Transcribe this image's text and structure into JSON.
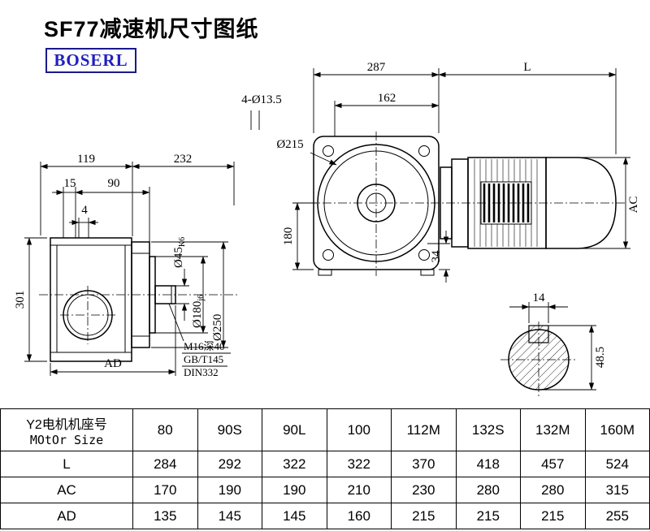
{
  "title": "SF77减速机尺寸图纸",
  "logo": "BOSERL",
  "dims": {
    "d119": "119",
    "d232": "232",
    "d15": "15",
    "d90": "90",
    "d4": "4",
    "d301": "301",
    "ad": "AD",
    "shaft_dia": "Ø45",
    "shaft_tol": "K6",
    "spigot_dia": "Ø180",
    "spigot_tol": "j6",
    "flange_dia": "Ø250",
    "tap_note": "M16深40",
    "std1": "GB/T145",
    "std2": "DIN332",
    "d287": "287",
    "d162": "162",
    "dL": "L",
    "holes": "4-Ø13.5",
    "d215": "Ø215",
    "d180": "180",
    "d34": "34",
    "ac": "AC",
    "key_width": "14",
    "key_height": "48.5"
  },
  "table": {
    "header": {
      "label_line1": "Y2电机机座号",
      "label_line2": "MOtOr Size",
      "sizes": [
        "80",
        "90S",
        "90L",
        "100",
        "112M",
        "132S",
        "132M",
        "160M"
      ]
    },
    "rows": [
      {
        "label": "L",
        "values": [
          "284",
          "292",
          "322",
          "322",
          "370",
          "418",
          "457",
          "524"
        ]
      },
      {
        "label": "AC",
        "values": [
          "170",
          "190",
          "190",
          "210",
          "230",
          "280",
          "280",
          "315"
        ]
      },
      {
        "label": "AD",
        "values": [
          "135",
          "145",
          "145",
          "160",
          "215",
          "215",
          "215",
          "255"
        ]
      }
    ]
  }
}
